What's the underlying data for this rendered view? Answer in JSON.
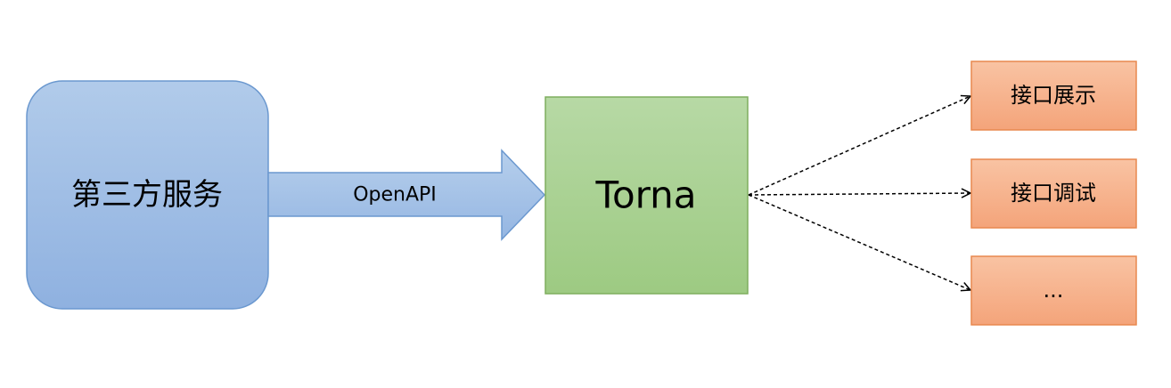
{
  "nodes": {
    "source": {
      "label": "第三方服务"
    },
    "center": {
      "label": "Torna"
    },
    "outputs": [
      {
        "label": "接口展示"
      },
      {
        "label": "接口调试"
      },
      {
        "label": "..."
      }
    ]
  },
  "edges": {
    "main_arrow": {
      "label": "OpenAPI"
    }
  },
  "colors": {
    "blue_fill_top": "#b1cbea",
    "blue_fill_bottom": "#8fb1e0",
    "blue_stroke": "#6b98cf",
    "green_fill_top": "#b7d9a5",
    "green_fill_bottom": "#9dca82",
    "green_stroke": "#7fae5e",
    "orange_fill_top": "#f9c3a3",
    "orange_fill_bottom": "#f4a47a",
    "orange_stroke": "#e8884f",
    "connector": "#000000"
  }
}
